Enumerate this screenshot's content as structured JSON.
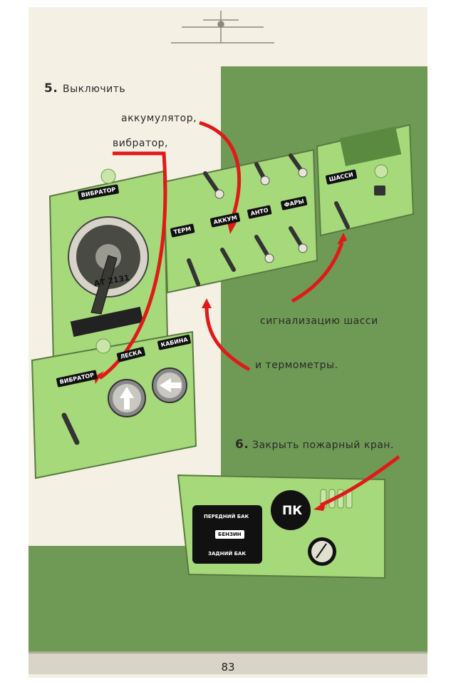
{
  "header": {
    "emblem": "airplane-emblem"
  },
  "step5": {
    "number": "5.",
    "text": "Выключить",
    "item_battery": "аккумулятор,",
    "item_vibrator": "вибратор,",
    "item_gear_signal": "сигнализацию шасси",
    "item_thermometers": "и термометры."
  },
  "step6": {
    "number": "6.",
    "text": "Закрыть пожарный кран."
  },
  "panels": {
    "vibrator_title": "ВИБРАТОР",
    "dial_text": "АТ 2131",
    "switch_labels": [
      "ТЕРМ",
      "АККУМ",
      "АНТО",
      "ФАРЫ"
    ],
    "gear_label": "ШАССИ",
    "lower_left": [
      "ВИБРАТОР",
      "ЛЕСКА",
      "КАБИНА"
    ],
    "tank_front": "ПЕРЕДНИЙ БАК",
    "tank_fuel": "БЕНЗИН",
    "tank_rear": "ЗАДНИЙ БАК",
    "fire_valve": "ПК"
  },
  "colors": {
    "paper": "#f4f1e4",
    "green_dark": "#6f9a55",
    "panel_green": "#a6d97a",
    "arrow_red": "#e01919"
  },
  "footer": {
    "page_number": "83"
  }
}
